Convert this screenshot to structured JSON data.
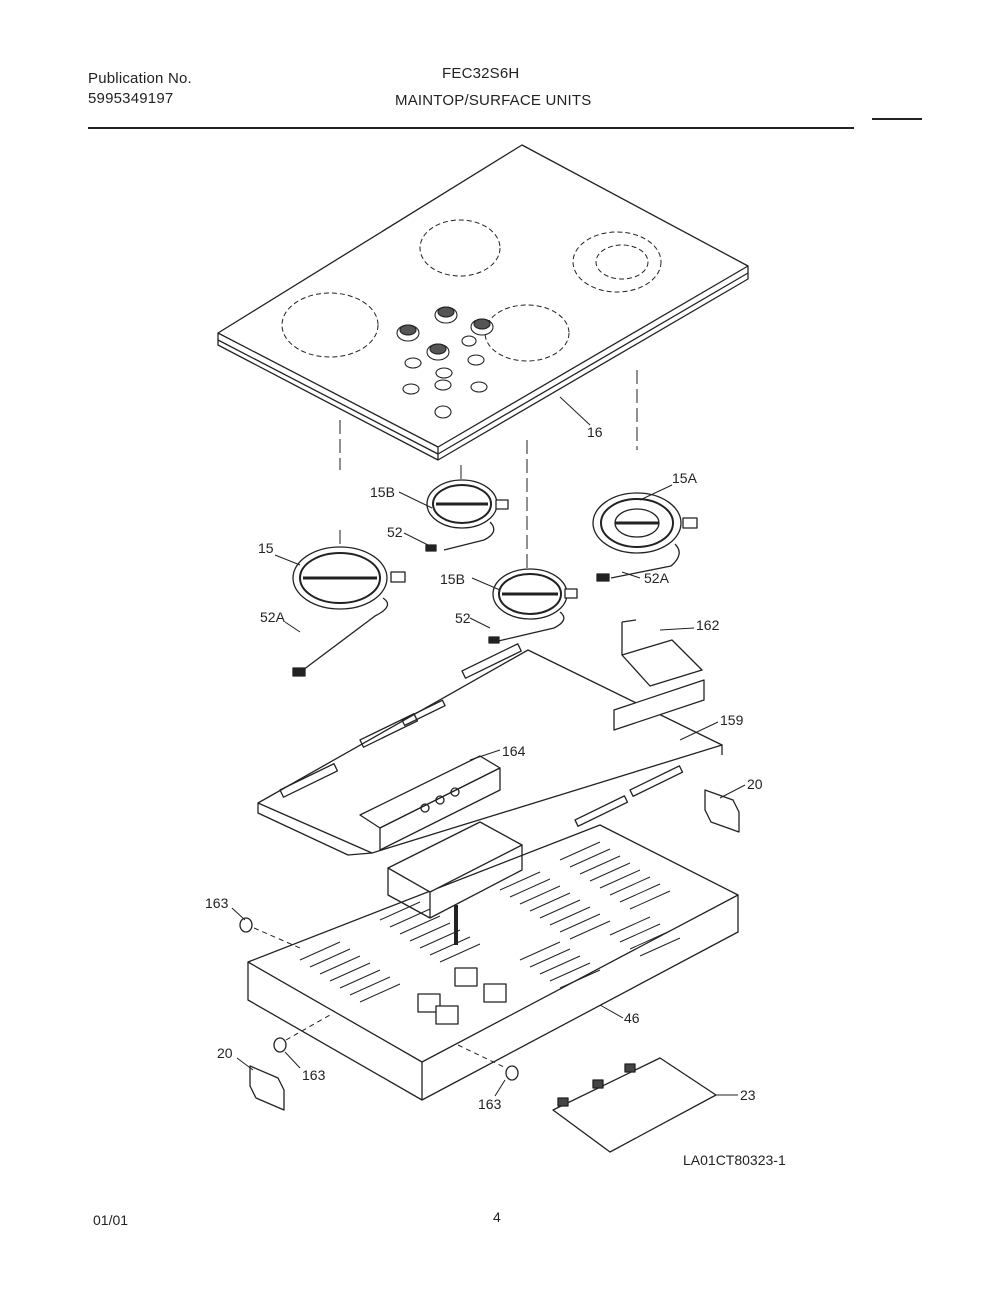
{
  "header": {
    "publication_label": "Publication No.",
    "publication_number": "5995349197",
    "model": "FEC32S6H",
    "section_title": "MAINTOP/SURFACE UNITS"
  },
  "callouts": {
    "maintop": "16",
    "element_15a": "15A",
    "element_15b_upper": "15B",
    "element_15b_lower": "15B",
    "element_15": "15",
    "lead_52_upper": "52",
    "lead_52_lower": "52",
    "lead_52a_left": "52A",
    "lead_52a_right": "52A",
    "shield_162": "162",
    "shield_159": "159",
    "bracket_164": "164",
    "bracket_20_right": "20",
    "bracket_20_left": "20",
    "bushing_163_top": "163",
    "bushing_163_left": "163",
    "bushing_163_bottom": "163",
    "box_46": "46",
    "cover_23": "23"
  },
  "drawing_code": "LA01CT80323-1",
  "footer": {
    "date": "01/01",
    "page": "4"
  }
}
